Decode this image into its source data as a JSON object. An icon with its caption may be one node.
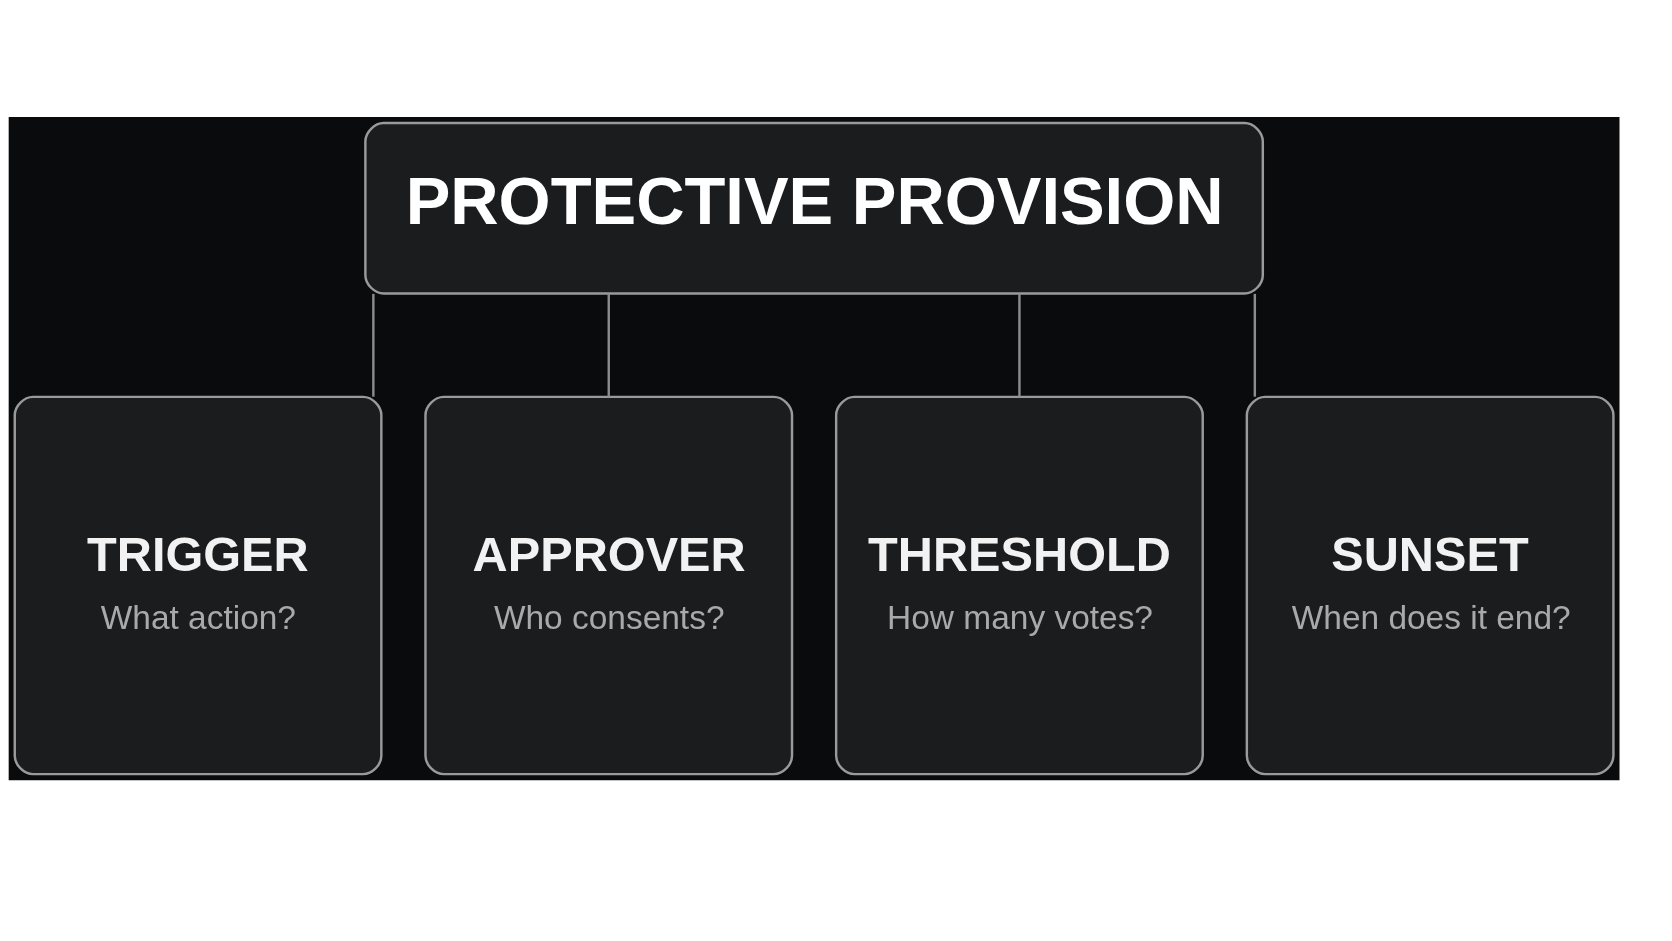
{
  "diagram": {
    "nodes": [
      {
        "text": [
          "PROTECTIVE PROVISION"
        ]
      },
      {
        "text": [
          "TRIGGER",
          "What action?"
        ]
      },
      {
        "text": [
          "APPROVER",
          "Who consents?"
        ]
      },
      {
        "text": [
          "THRESHOLD",
          "How many votes?"
        ]
      },
      {
        "text": [
          "SUNSET",
          "When does it end?"
        ]
      }
    ],
    "edges": [
      {
        "from": 0,
        "to": 1,
        "arrow": "none"
      },
      {
        "from": 0,
        "to": 2,
        "arrow": "none"
      },
      {
        "from": 0,
        "to": 3,
        "arrow": "none"
      },
      {
        "from": 0,
        "to": 4,
        "arrow": "none"
      }
    ]
  }
}
